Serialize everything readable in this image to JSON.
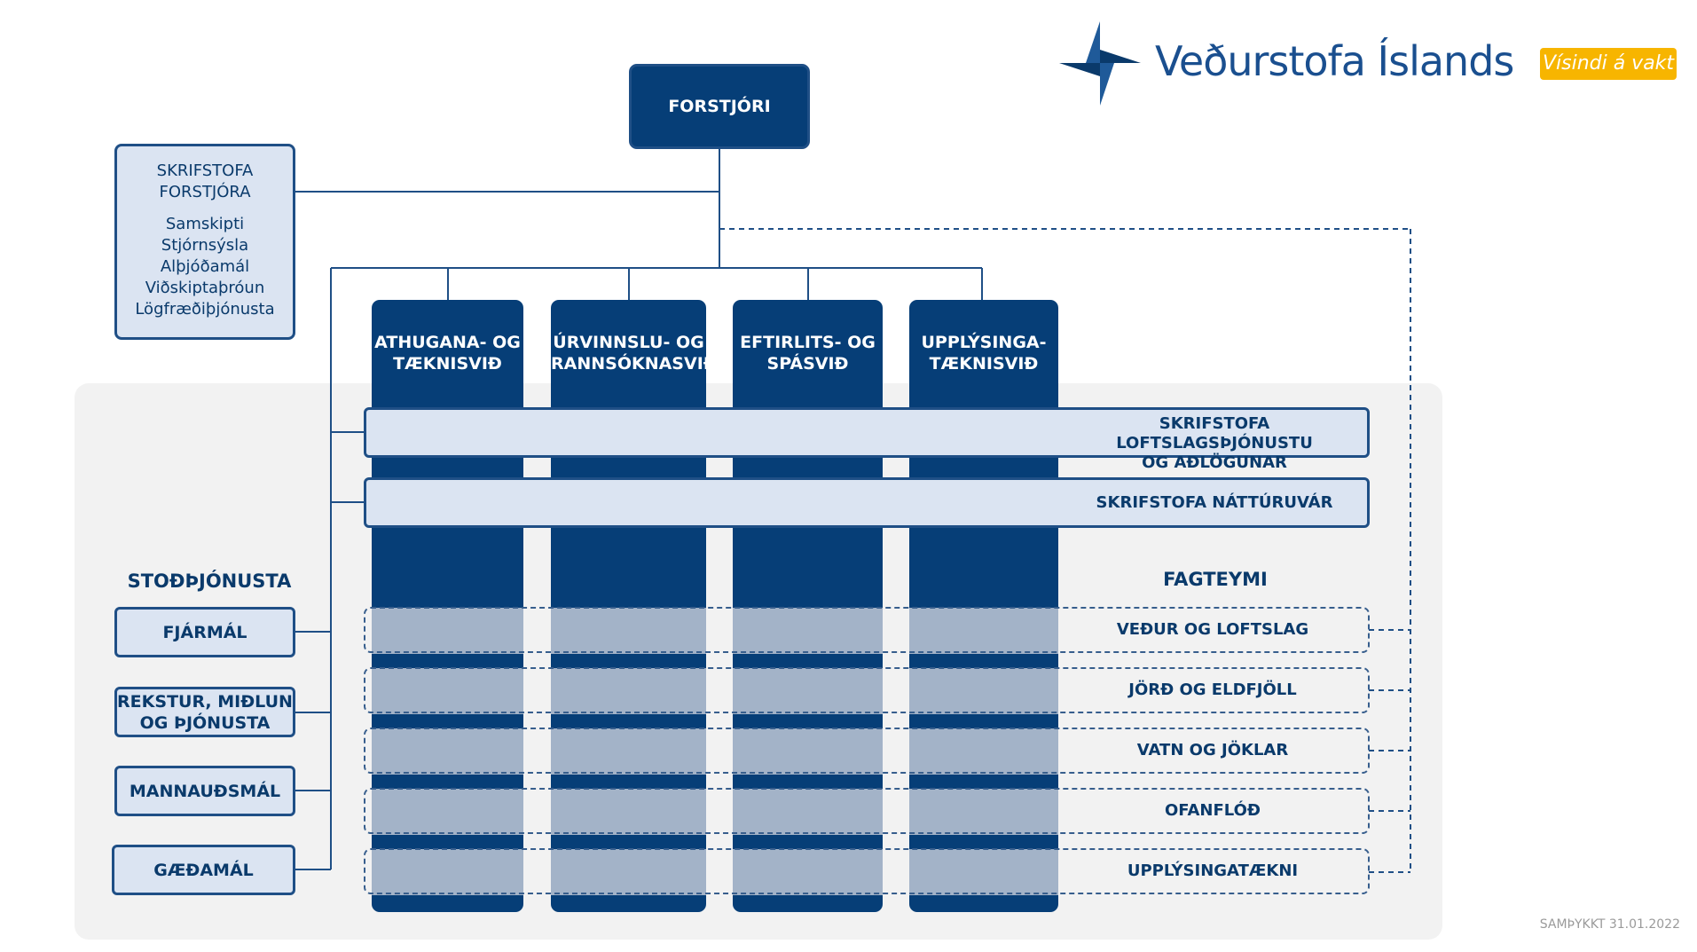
{
  "logo": {
    "name": "Veðurstofa Íslands",
    "tagline": "Vísindi á vakt"
  },
  "director": "FORSTJÓRI",
  "director_office": {
    "title_line1": "SKRIFSTOFA",
    "title_line2": "FORSTJÓRA",
    "items": [
      "Samskipti",
      "Stjórnsýsla",
      "Alþjóðamál",
      "Viðskiptaþróun",
      "Lögfræðiþjónusta"
    ]
  },
  "divisions": [
    {
      "line1": "ATHUGANA- OG",
      "line2": "TÆKNISVIÐ"
    },
    {
      "line1": "ÚRVINNSLU- OG",
      "line2": "RANNSÓKNASVIÐ"
    },
    {
      "line1": "EFTIRLITS- OG",
      "line2": "SPÁSVIÐ"
    },
    {
      "line1": "UPPLÝSINGA-",
      "line2": "TÆKNISVIÐ"
    }
  ],
  "offices": [
    {
      "line1": "SKRIFSTOFA LOFTSLAGSÞJÓNUSTU",
      "line2": "OG AÐLÖGUNAR"
    },
    {
      "line1": "SKRIFSTOFA NÁTTÚRUVÁR",
      "line2": ""
    }
  ],
  "support": {
    "title": "STOÐÞJÓNUSTA",
    "items": [
      {
        "line1": "FJÁRMÁL",
        "line2": ""
      },
      {
        "line1": "REKSTUR, MIÐLUN",
        "line2": "OG ÞJÓNUSTA"
      },
      {
        "line1": "MANNAUÐSMÁL",
        "line2": ""
      },
      {
        "line1": "GÆÐAMÁL",
        "line2": ""
      }
    ]
  },
  "teams": {
    "title": "FAGTEYMI",
    "items": [
      "VEÐUR OG LOFTSLAG",
      "JÖRÐ OG ELDFJÖLL",
      "VATN OG JÖKLAR",
      "OFANFLÓÐ",
      "UPPLÝSINGATÆKNI"
    ]
  },
  "approved": "SAMÞYKKT 31.01.2022",
  "colors": {
    "navy": "#063e77",
    "light_blue": "#dbe4f2",
    "grey_band": "#a3b3c8",
    "panel": "#f2f2f2",
    "accent_yellow": "#f7b500"
  }
}
